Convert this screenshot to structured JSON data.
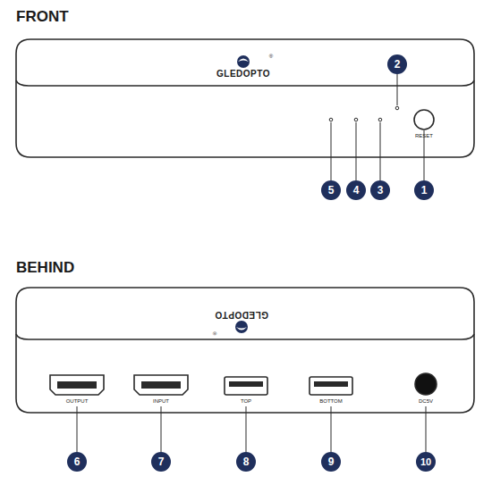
{
  "diagram": {
    "labels": [
      "FRONT",
      "GLEDOPTO",
      "®",
      "2",
      "RESET",
      "5",
      "4",
      "3",
      "1",
      "BEHIND",
      "GLEDOPTO",
      "®",
      "OUTPUT",
      "INPUT",
      "TOP",
      "BOTTOM",
      "DC5V",
      "6",
      "7",
      "8",
      "9",
      "10"
    ]
  }
}
